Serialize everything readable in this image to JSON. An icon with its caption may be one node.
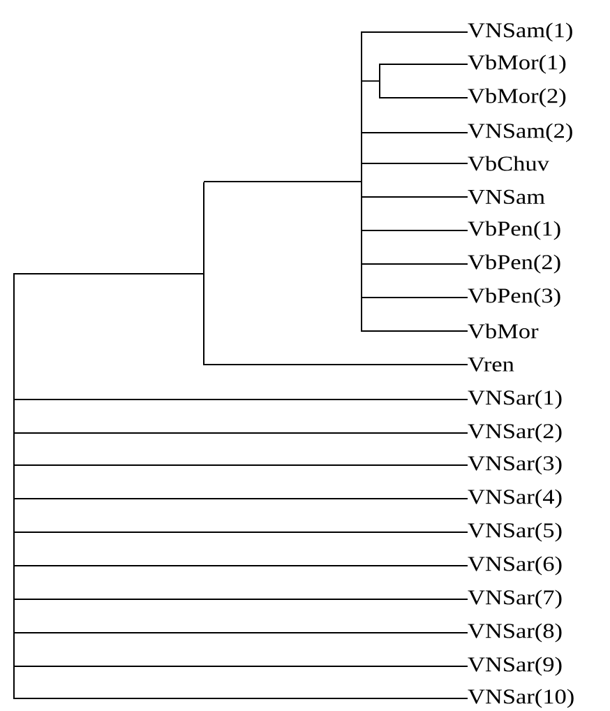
{
  "diagram": {
    "nodes": [
      {
        "text": [],
        "shape": "bar"
      },
      {
        "text": [],
        "shape": "bar"
      },
      {
        "text": [],
        "shape": "bar"
      },
      {
        "text": [
          "VNSam(1)"
        ]
      },
      {
        "text": [],
        "shape": "bar"
      },
      {
        "text": [
          "VbMor(1)"
        ]
      },
      {
        "text": [
          "VbMor(2)"
        ]
      },
      {
        "text": [
          "VNSam(2)"
        ]
      },
      {
        "text": [
          "VbChuv"
        ]
      },
      {
        "text": [
          "VNSam"
        ]
      },
      {
        "text": [
          "VbPen(1)"
        ]
      },
      {
        "text": [
          "VbPen(2)"
        ]
      },
      {
        "text": [
          "VbPen(3)"
        ]
      },
      {
        "text": [
          "VbMor"
        ]
      },
      {
        "text": [
          "Vren"
        ]
      },
      {
        "text": [
          "VNSar(1)"
        ]
      },
      {
        "text": [
          "VNSar(2)"
        ]
      },
      {
        "text": [
          "VNSar(3)"
        ]
      },
      {
        "text": [
          "VNSar(4)"
        ]
      },
      {
        "text": [
          "VNSar(5)"
        ]
      },
      {
        "text": [
          "VNSar(6)"
        ]
      },
      {
        "text": [
          "VNSar(7)"
        ]
      },
      {
        "text": [
          "VNSar(8)"
        ]
      },
      {
        "text": [
          "VNSar(9)"
        ]
      },
      {
        "text": [
          "VNSar(10)"
        ]
      }
    ],
    "edges": [
      {
        "from": 0,
        "to": 1,
        "arrow": "none"
      },
      {
        "from": 1,
        "to": 2,
        "arrow": "none"
      },
      {
        "from": 2,
        "to": 3,
        "arrow": "none"
      },
      {
        "from": 2,
        "to": 4,
        "arrow": "none"
      },
      {
        "from": 4,
        "to": 5,
        "arrow": "none"
      },
      {
        "from": 4,
        "to": 6,
        "arrow": "none"
      },
      {
        "from": 2,
        "to": 7,
        "arrow": "none"
      },
      {
        "from": 2,
        "to": 8,
        "arrow": "none"
      },
      {
        "from": 2,
        "to": 9,
        "arrow": "none"
      },
      {
        "from": 2,
        "to": 10,
        "arrow": "none"
      },
      {
        "from": 2,
        "to": 11,
        "arrow": "none"
      },
      {
        "from": 2,
        "to": 12,
        "arrow": "none"
      },
      {
        "from": 2,
        "to": 13,
        "arrow": "none"
      },
      {
        "from": 1,
        "to": 14,
        "arrow": "none"
      },
      {
        "from": 0,
        "to": 15,
        "arrow": "none"
      },
      {
        "from": 0,
        "to": 16,
        "arrow": "none"
      },
      {
        "from": 0,
        "to": 17,
        "arrow": "none"
      },
      {
        "from": 0,
        "to": 18,
        "arrow": "none"
      },
      {
        "from": 0,
        "to": 19,
        "arrow": "none"
      },
      {
        "from": 0,
        "to": 20,
        "arrow": "none"
      },
      {
        "from": 0,
        "to": 21,
        "arrow": "none"
      },
      {
        "from": 0,
        "to": 22,
        "arrow": "none"
      },
      {
        "from": 0,
        "to": 23,
        "arrow": "none"
      },
      {
        "from": 0,
        "to": 24,
        "arrow": "none"
      }
    ]
  }
}
